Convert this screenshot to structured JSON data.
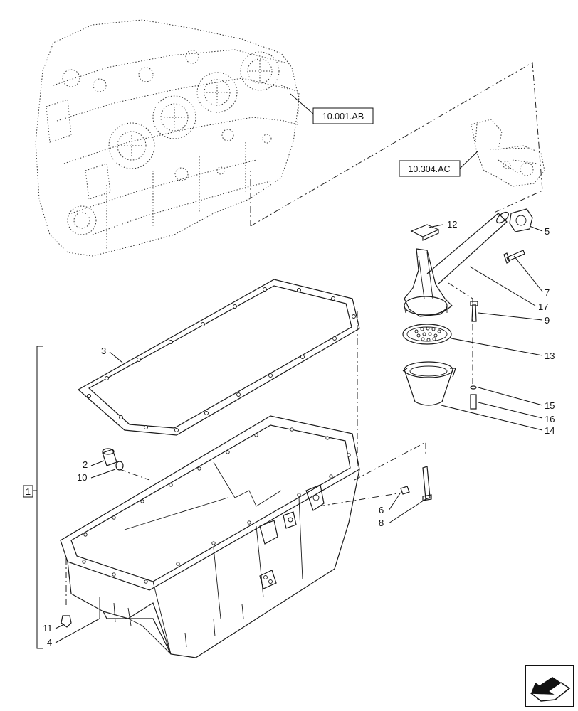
{
  "references": {
    "engine_block": "10.001.AB",
    "oil_pump": "10.304.AC"
  },
  "group_label": "1",
  "callouts": {
    "c2": "2",
    "c3": "3",
    "c4": "4",
    "c5": "5",
    "c6": "6",
    "c7": "7",
    "c8": "8",
    "c9": "9",
    "c10": "10",
    "c11": "11",
    "c12": "12",
    "c13": "13",
    "c14": "14",
    "c15": "15",
    "c16": "16",
    "c17": "17"
  },
  "nav_icon": "arrow-return-icon"
}
